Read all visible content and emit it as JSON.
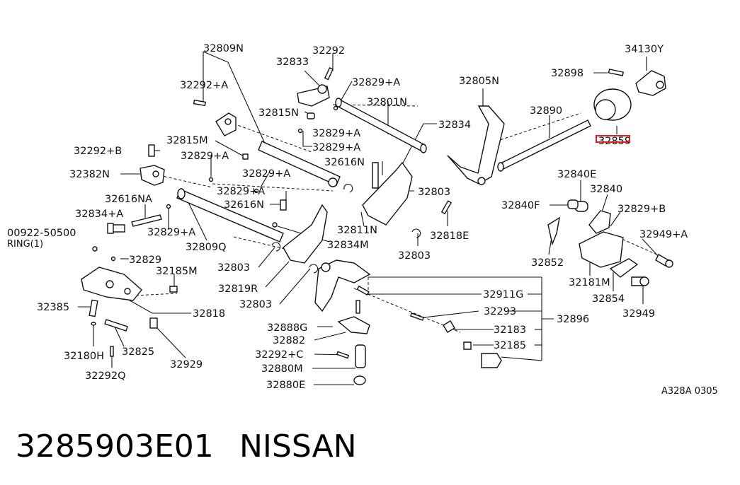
{
  "diagram": {
    "labels": {
      "p32809N": "32809N",
      "p32292": "32292",
      "p32833": "32833",
      "p32292A_top": "32292+A",
      "p32829A_1": "32829+A",
      "p32801N": "32801N",
      "p32815N": "32815N",
      "p32829A_2": "32829+A",
      "p32829A_3": "32829+A",
      "p32834": "32834",
      "p32815M": "32815M",
      "p32292B": "32292+B",
      "p32829A_4": "32829+A",
      "p32616N_1": "32616N",
      "p32382N": "32382N",
      "p32829A_5": "32829+A",
      "p32829A_6": "32829+A",
      "p32616N_2": "32616N",
      "p32616NA": "32616NA",
      "p32834A": "32834+A",
      "p32829A_7": "32829+A",
      "p32809Q": "32809Q",
      "p00922": "00922-50500",
      "pRING": "RING(1)",
      "p32829": "32829",
      "p32185M": "32185M",
      "p32803_1": "32803",
      "p32819R": "32819R",
      "p32803_2": "32803",
      "p32385": "32385",
      "p32818": "32818",
      "p32180H": "32180H",
      "p32825": "32825",
      "p32929": "32929",
      "p32292Q": "32292Q",
      "p32805N": "32805N",
      "p32890": "32890",
      "p32898": "32898",
      "p34130Y": "34130Y",
      "p32859": "32859",
      "p32803_3": "32803",
      "p32811N": "32811N",
      "p32834M": "32834M",
      "p32818E": "32818E",
      "p32803_4": "32803",
      "p32840E": "32840E",
      "p32840F": "32840F",
      "p32840": "32840",
      "p32829B": "32829+B",
      "p32949A": "32949+A",
      "p32852": "32852",
      "p32181M": "32181M",
      "p32854": "32854",
      "p32949": "32949",
      "p32911G": "32911G",
      "p32293": "32293",
      "p32896": "32896",
      "p32888G": "32888G",
      "p32183": "32183",
      "p32882": "32882",
      "p32185": "32185",
      "p32292C": "32292+C",
      "p32880M": "32880M",
      "p32880E": "32880E",
      "code": "A328A 0305"
    },
    "highlight_color": "#e02020"
  },
  "footer": {
    "part_number": "3285903E01",
    "brand": "NISSAN"
  }
}
